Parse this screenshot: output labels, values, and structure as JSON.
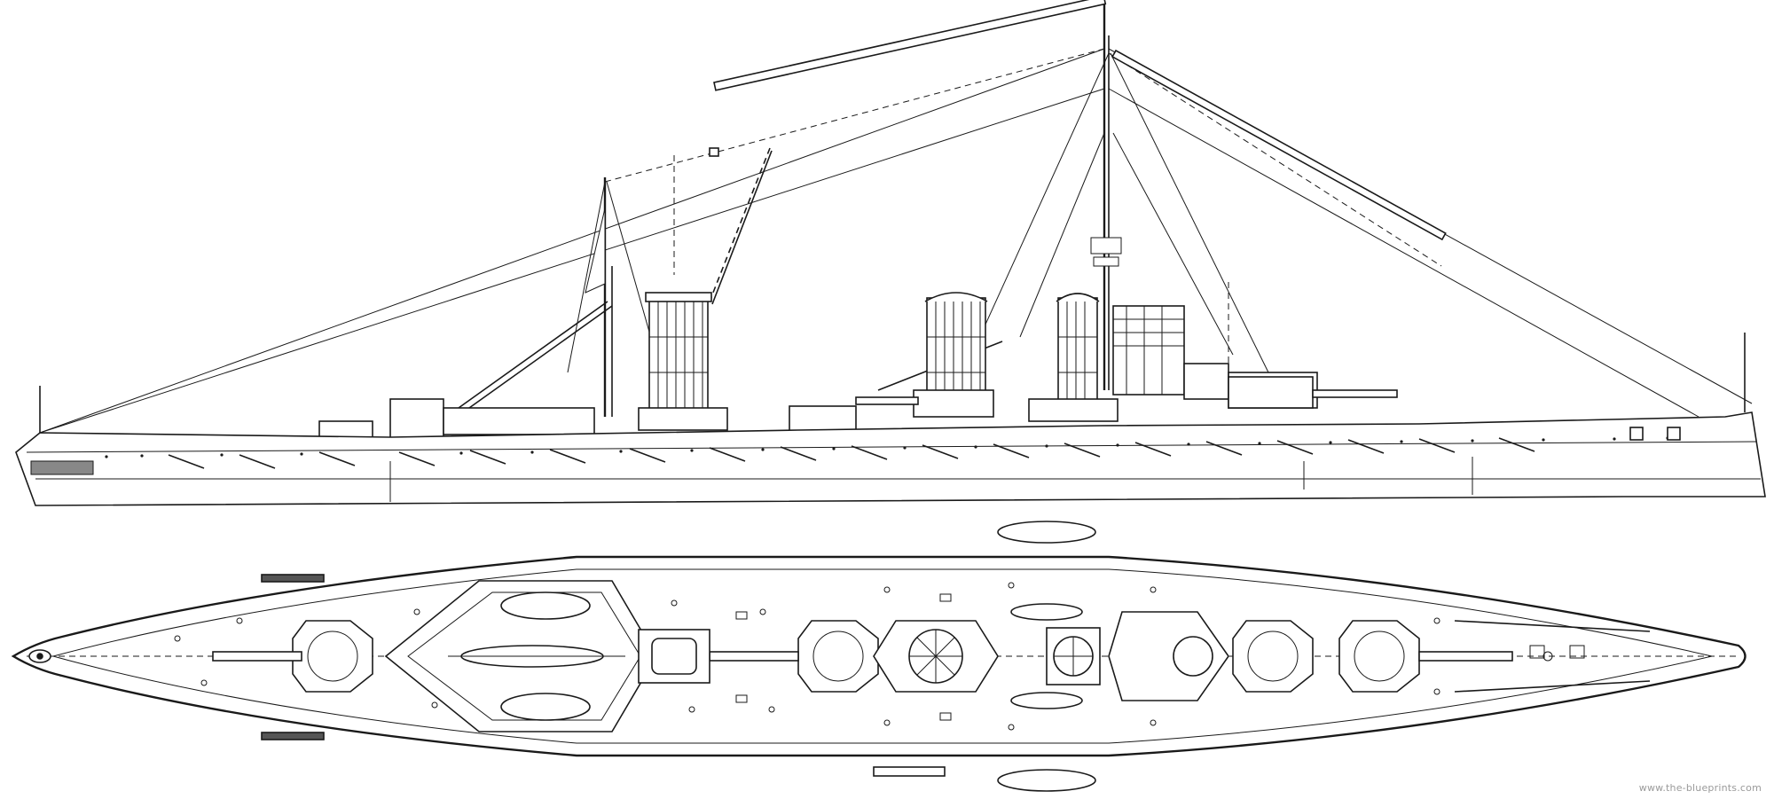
{
  "drawing": {
    "views": [
      "profile",
      "plan"
    ],
    "watermark": "www.the-blueprints.com",
    "ink_color": "#1a1a1a",
    "background": "#ffffff"
  }
}
